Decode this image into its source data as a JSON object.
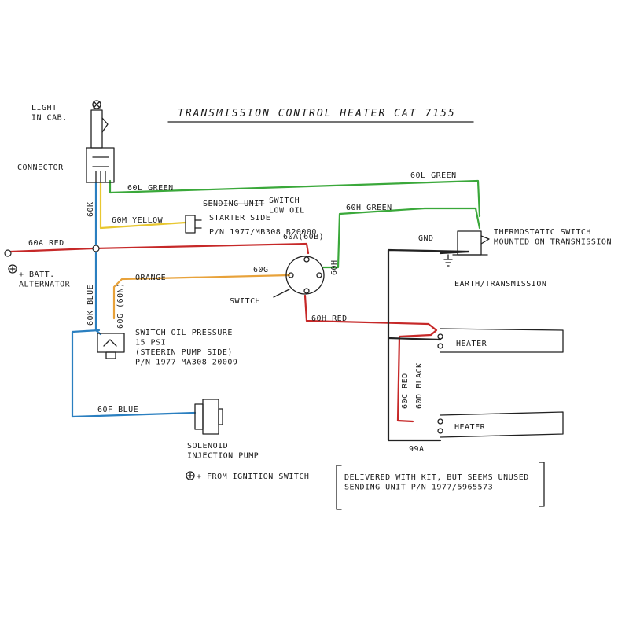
{
  "title": "TRANSMISSION CONTROL HEATER CAT 7155",
  "colors": {
    "green": "#3aa83a",
    "red": "#c62828",
    "blue": "#2a7fc0",
    "yellow": "#e8c730",
    "orange": "#e8a23a",
    "black": "#222222"
  },
  "components": {
    "light_in_cab": "LIGHT\nIN CAB.",
    "connector": "CONNECTOR",
    "battery": "+ BATT.\nALTERNATOR",
    "sending_unit_struck": "SENDING UNIT",
    "switch_low_oil": "SWITCH\nLOW OIL",
    "starter_side": "STARTER SIDE",
    "pn_starter": "P/N 1977/MB308 B20000",
    "switch_center": "SWITCH",
    "switch_oil_pressure": "SWITCH OIL PRESSURE\n15 PSI\n(STEERIN PUMP SIDE)\nP/N 1977-MA308-20009",
    "solenoid": "SOLENOID\nINJECTION PUMP",
    "from_ignition": "+ FROM IGNITION SWITCH",
    "thermostatic": "THERMOSTATIC SWITCH\nMOUNTED ON TRANSMISSION",
    "gnd": "GND",
    "earth": "EARTH/TRANSMISSION",
    "heater_1": "HEATER",
    "heater_2": "HEATER",
    "label_99a": "99A",
    "note": "DELIVERED WITH KIT, BUT SEEMS UNUSED\nSENDING UNIT  P/N 1977/5965573"
  },
  "wires": {
    "w60l": "60L GREEN",
    "w60l_b": "60L GREEN",
    "w60h": "60H GREEN",
    "w60m": "60M YELLOW",
    "w60a": "60A RED",
    "w60k": "60K",
    "w60a60b": "60A(60B)",
    "w60g_orange": "ORANGE",
    "w60g": "60G",
    "w60h_short": "60H",
    "w60h_red": "60H RED",
    "w60k_blue": "60K BLUE",
    "w60g_60n": "60G (60N)",
    "w60f": "60F BLUE",
    "w60c": "60C RED",
    "w60d": "60D BLACK"
  }
}
